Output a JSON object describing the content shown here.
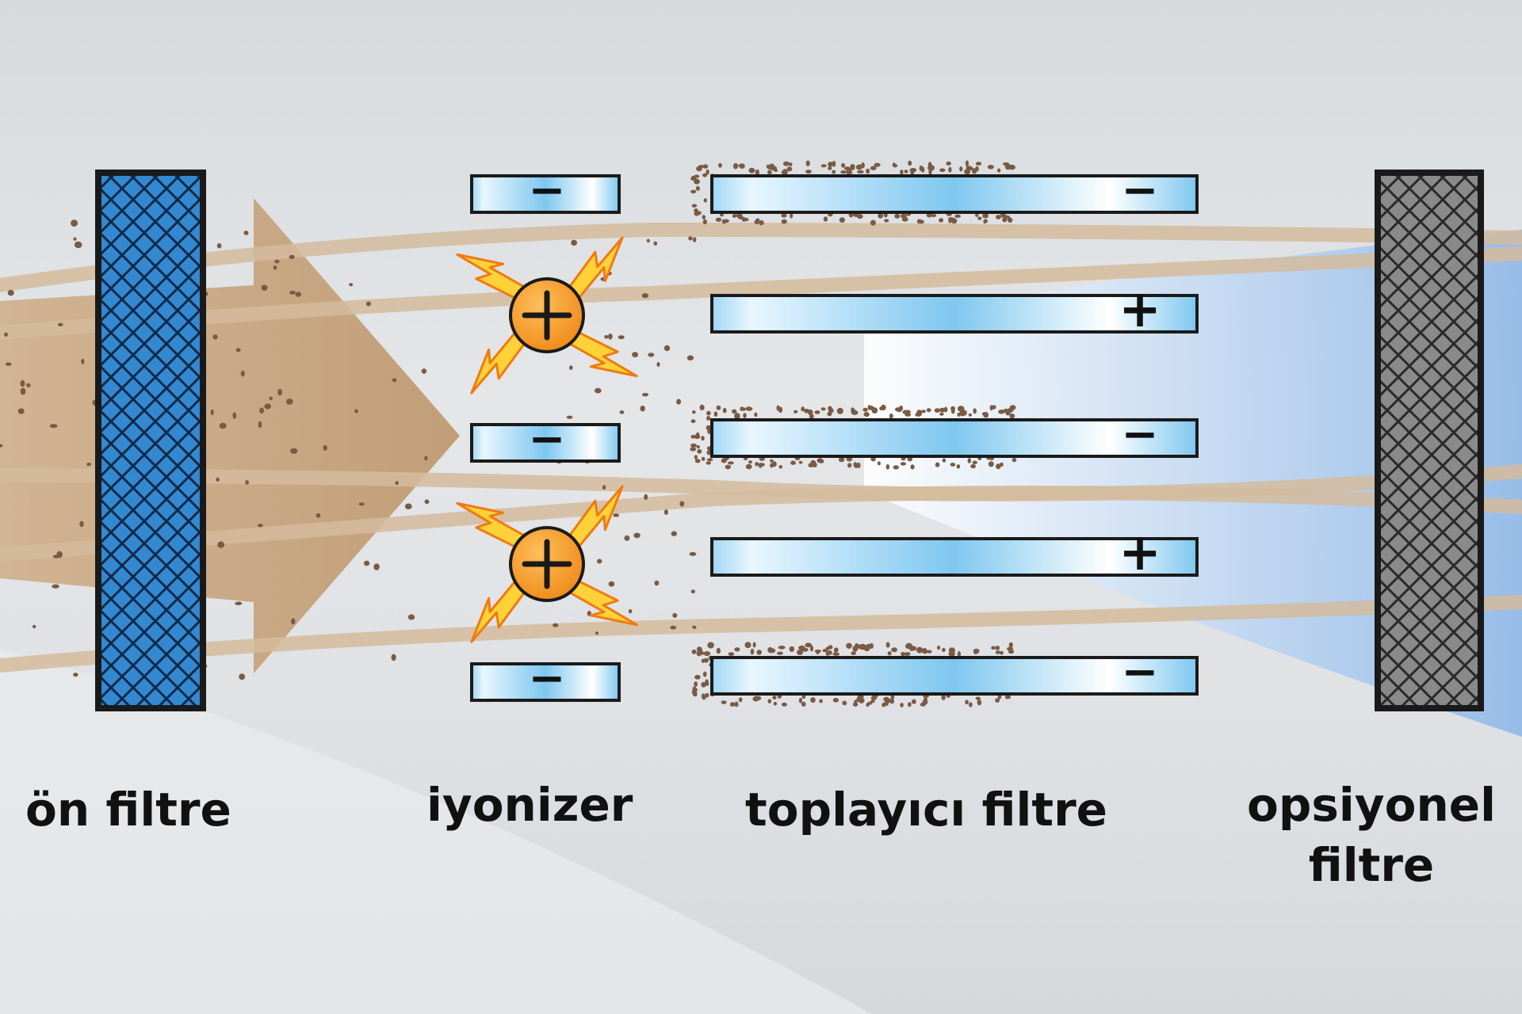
{
  "labels": {
    "pre_filter": "ön  filtre",
    "ionizer": "iyonizer",
    "collector_filter": "toplayıcı filtre",
    "optional_filter_line1": "opsiyonel",
    "optional_filter_line2": "filtre"
  },
  "plates": {
    "ionizer_signs": [
      "−",
      "−",
      "−"
    ],
    "collector_signs": [
      "−",
      "+",
      "−",
      "+",
      "−"
    ]
  },
  "icons": {
    "ion_emitter": "plus-circle-icon",
    "spark": "lightning-icon"
  },
  "colors": {
    "pre_filter": "#2f7fc8",
    "optional_filter": "#6b6b6b",
    "dirty_air": "#c8a884",
    "clean_air": "#9fc4ec",
    "emitter": "#f39a2a",
    "spark": "#ffd23a",
    "dust": "#7a5a44"
  }
}
